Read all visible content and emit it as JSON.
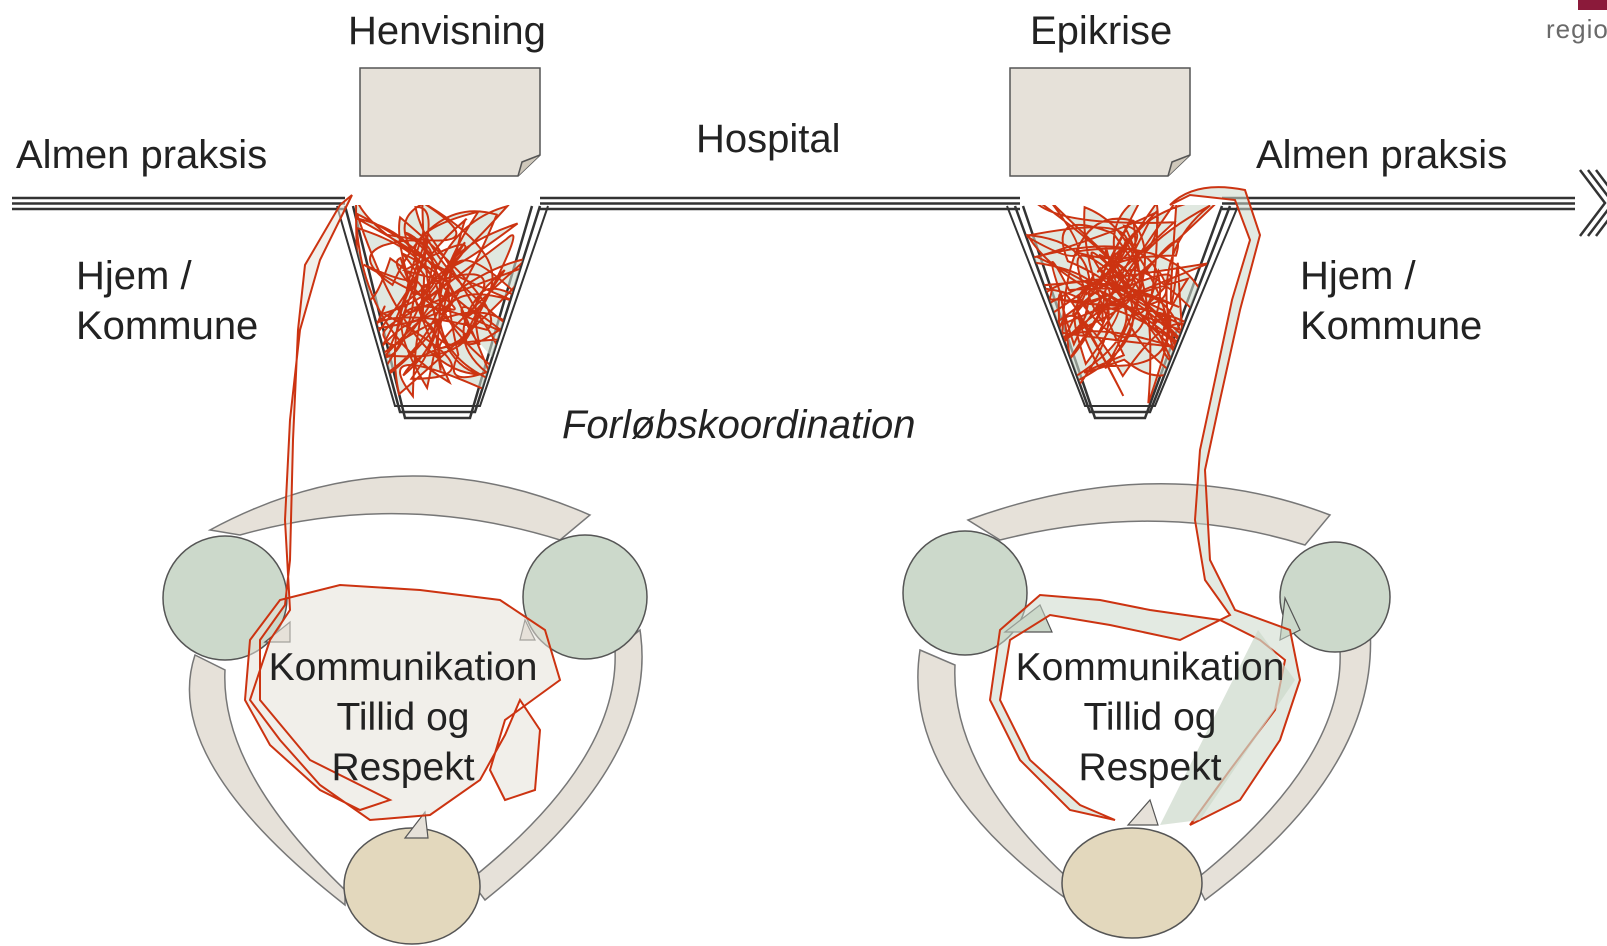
{
  "labels": {
    "henvisning": "Henvisning",
    "epikrise": "Epikrise",
    "almen_praksis_left": "Almen praksis",
    "almen_praksis_right": "Almen praksis",
    "hospital": "Hospital",
    "hjem_left_line1": "Hjem /",
    "hjem_left_line2": "Kommune",
    "hjem_right_line1": "Hjem /",
    "hjem_right_line2": "Kommune",
    "forlob": "Forløbskoordination"
  },
  "cycle_left": {
    "line1": "Kommunikation",
    "line2": "Tillid og",
    "line3": "Respekt"
  },
  "cycle_right": {
    "line1": "Kommunikation",
    "line2": "Tillid og",
    "line3": "Respekt"
  },
  "logo": {
    "text": "regio",
    "color": "#8b1a3a"
  },
  "colors": {
    "line": "#333333",
    "shape_fill": "#e6e1d9",
    "circle_green": "#ccd9cb",
    "circle_tan": "#e3d8bd",
    "tangle": "#cc3311"
  }
}
